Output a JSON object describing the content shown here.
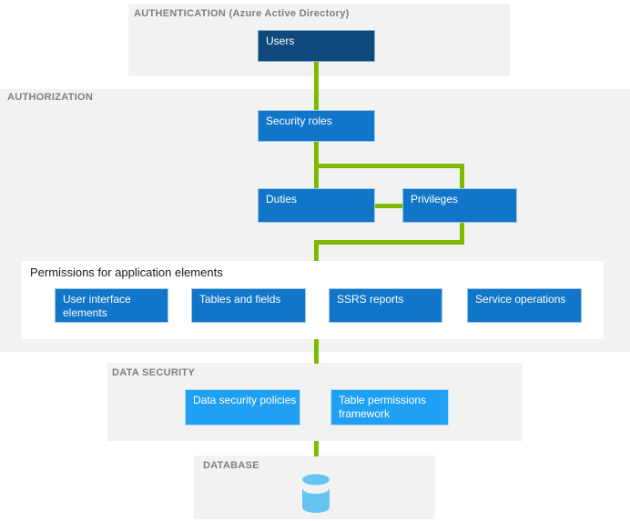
{
  "colors": {
    "band_bg": "#f2f2f2",
    "dark_blue": "#104a7d",
    "medium_blue": "#1176c9",
    "light_blue": "#1fa0f2",
    "cylinder_blue": "#66c4f0",
    "connector_green": "#7fba00",
    "band_label_gray": "#7f7f7f"
  },
  "sections": {
    "authentication": {
      "label": "AUTHENTICATION (Azure Active Directory)",
      "nodes": {
        "users": "Users"
      }
    },
    "authorization": {
      "label": "AUTHORIZATION",
      "nodes": {
        "security_roles": "Security roles",
        "duties": "Duties",
        "privileges": "Privileges"
      },
      "permissions": {
        "title": "Permissions for application elements",
        "items": [
          "User interface elements",
          "Tables and fields",
          "SSRS reports",
          "Service operations"
        ]
      }
    },
    "data_security": {
      "label": "DATA SECURITY",
      "nodes": {
        "policies": "Data security policies",
        "framework": "Table permissions framework"
      }
    },
    "database": {
      "label": "DATABASE",
      "icon": "database-cylinder-icon"
    }
  }
}
